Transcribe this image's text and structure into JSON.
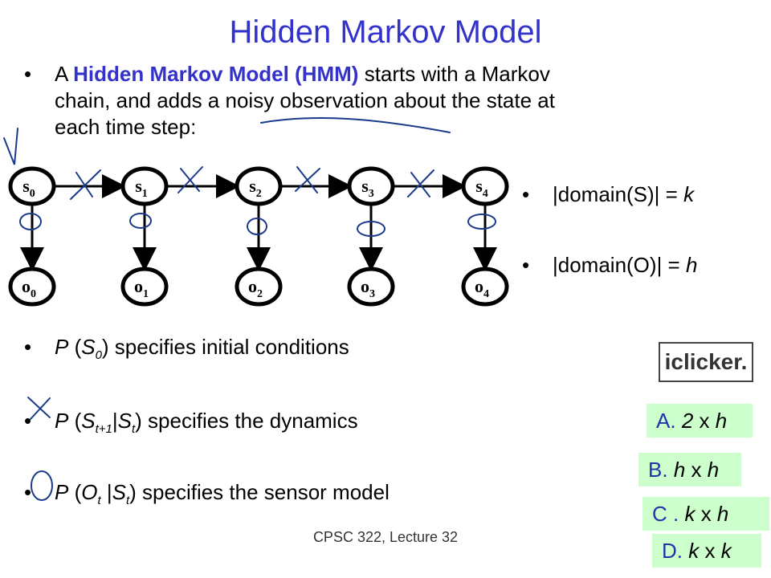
{
  "title": "Hidden Markov Model",
  "intro": {
    "prefix": "A ",
    "highlight": "Hidden Markov Model (HMM)",
    "line1_rest": " starts with a Markov",
    "line2": "chain, and adds a noisy observation about the state at",
    "line3": "each time step:"
  },
  "side": {
    "domain_s_prefix": "|domain(S)| = ",
    "domain_s_var": "k",
    "domain_o_prefix": "|domain(O)| = ",
    "domain_o_var": "h"
  },
  "diagram": {
    "states": [
      "s0",
      "s1",
      "s2",
      "s3",
      "s4"
    ],
    "observations": [
      "o0",
      "o1",
      "o2",
      "o3",
      "o4"
    ]
  },
  "bullets": {
    "b1_text": ") specifies initial conditions",
    "b2_text": ") specifies the dynamics",
    "b3_text": ") specifies the sensor model"
  },
  "logo_text": "iclicker.",
  "answers": [
    {
      "label": "A.",
      "a": "2",
      "x": " x ",
      "b": "h"
    },
    {
      "label": "B.",
      "a": "h",
      "x": " x ",
      "b": "h"
    },
    {
      "label": "C .",
      "a": "k",
      "x": " x ",
      "b": "h"
    },
    {
      "label": "D.",
      "a": "k",
      "x": " x ",
      "b": "k"
    }
  ],
  "footer": "CPSC 322, Lecture 32",
  "colors": {
    "title": "#3333cc",
    "answer_bg": "#ccffcc",
    "ink": "#1a3a8a"
  }
}
